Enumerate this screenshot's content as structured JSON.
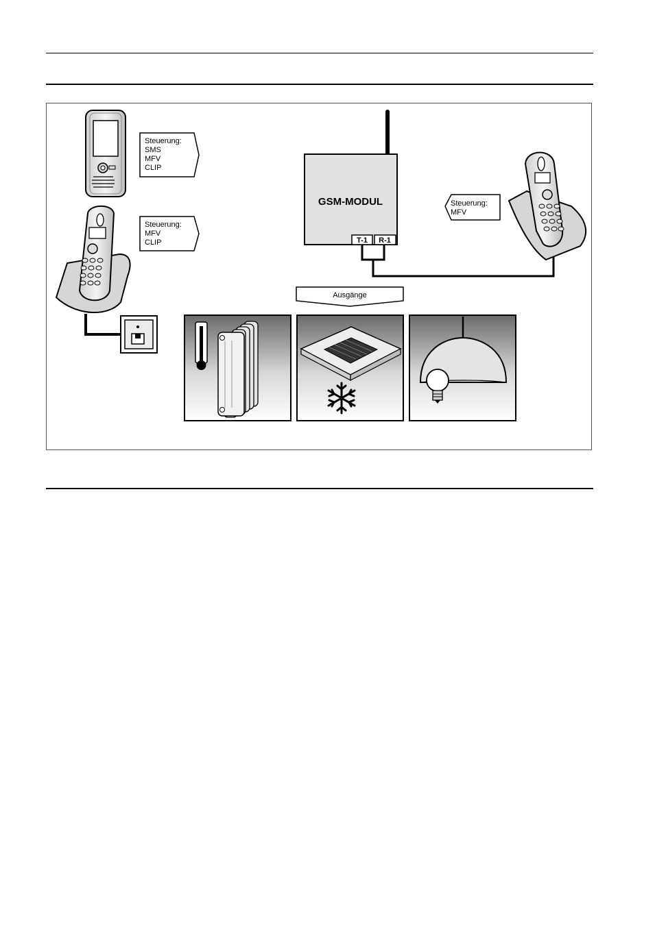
{
  "diagram": {
    "mobile_label": {
      "title": "Steuerung:",
      "lines": [
        "SMS",
        "MFV",
        "CLIP"
      ]
    },
    "cordless_label": {
      "title": "Steuerung:",
      "lines": [
        "MFV",
        "CLIP"
      ]
    },
    "right_label": {
      "title": "Steuerung:",
      "lines": [
        "MFV"
      ]
    },
    "module_title": "GSM-MODUL",
    "terminal_left": "T-1",
    "terminal_right": "R-1",
    "outputs_label": "Ausgänge",
    "outputs": [
      {
        "icon": "radiator-icon"
      },
      {
        "icon": "air-conditioner-icon"
      },
      {
        "icon": "lamp-icon"
      }
    ]
  }
}
